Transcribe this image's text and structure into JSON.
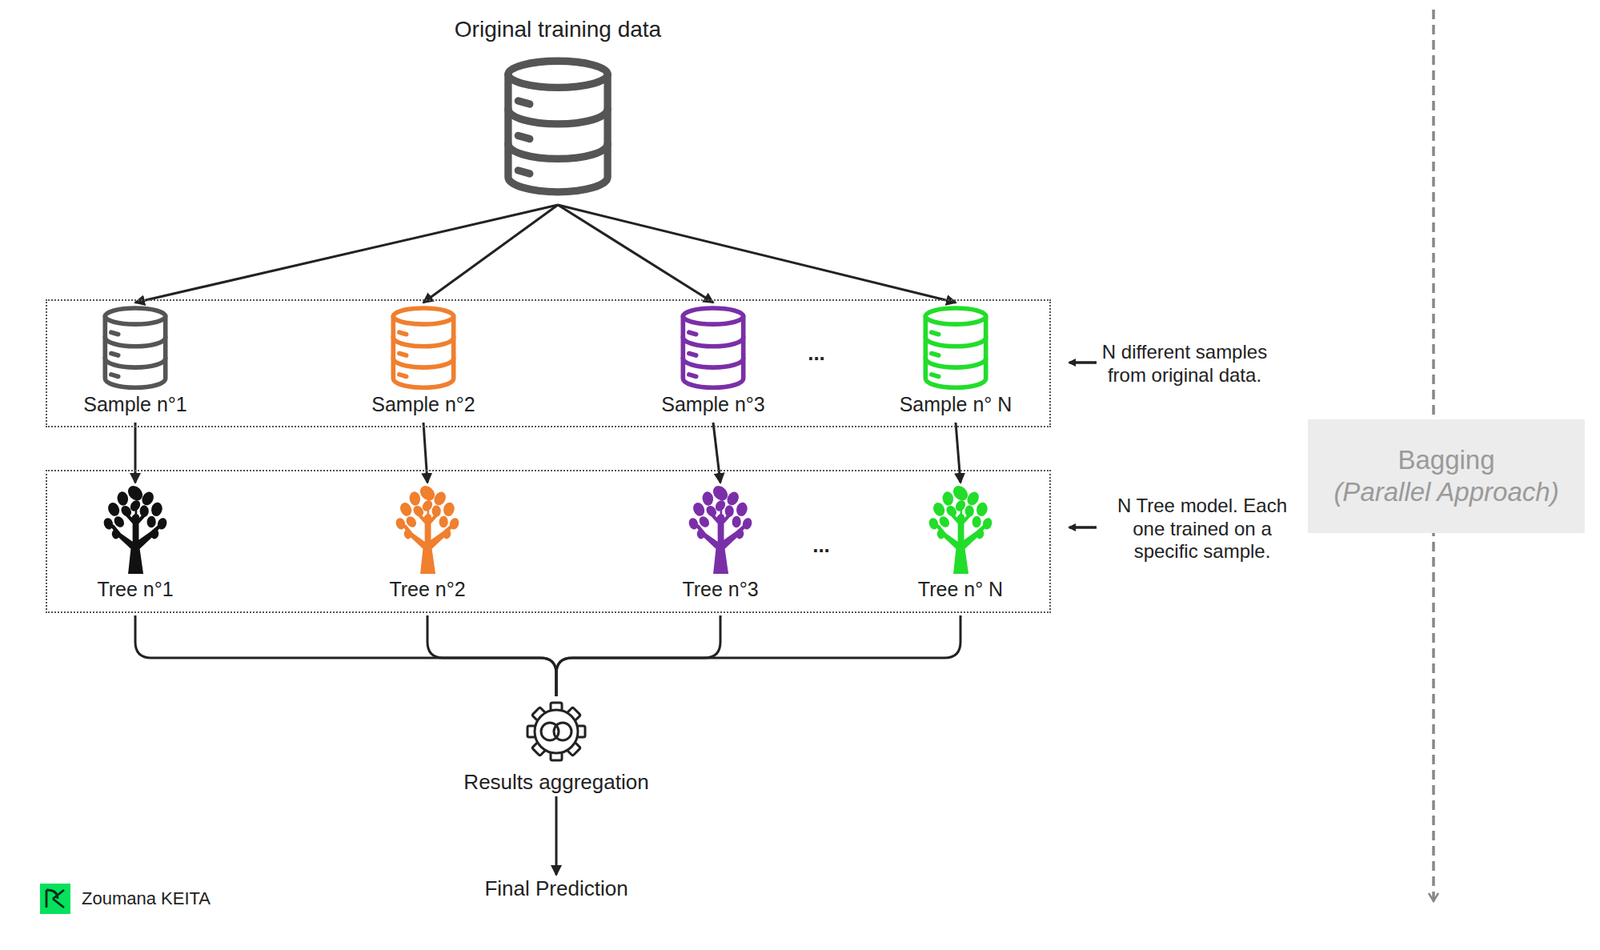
{
  "diagram": {
    "nodes": [
      {
        "text": [
          "Original training data"
        ]
      },
      {
        "text": [
          "N different samples from original data."
        ]
      },
      {
        "text": [
          "Sample n°1"
        ],
        "in": 1
      },
      {
        "text": [
          "Sample n°2"
        ],
        "in": 1
      },
      {
        "text": [
          "Sample n°3"
        ],
        "in": 1
      },
      {
        "text": [
          "Sample n° N"
        ],
        "in": 1
      },
      {
        "text": [
          "N Tree model. Each one trained on a specific sample."
        ]
      },
      {
        "text": [
          "Tree n°1"
        ],
        "in": 6
      },
      {
        "text": [
          "Tree n°2"
        ],
        "in": 6
      },
      {
        "text": [
          "Tree n°3"
        ],
        "in": 6
      },
      {
        "text": [
          "Tree n° N"
        ],
        "in": 6
      },
      {
        "text": [
          "Results aggregation"
        ]
      },
      {
        "text": [
          "Final Prediction"
        ]
      },
      {
        "text": [
          "Bagging",
          "(Parallel Approach)"
        ]
      }
    ],
    "edges": [
      {
        "from": 0,
        "to": 2,
        "arrow": "to"
      },
      {
        "from": 0,
        "to": 3,
        "arrow": "to"
      },
      {
        "from": 0,
        "to": 4,
        "arrow": "to"
      },
      {
        "from": 0,
        "to": 5,
        "arrow": "to"
      },
      {
        "from": 2,
        "to": 7,
        "arrow": "to"
      },
      {
        "from": 3,
        "to": 8,
        "arrow": "to"
      },
      {
        "from": 4,
        "to": 9,
        "arrow": "to"
      },
      {
        "from": 5,
        "to": 10,
        "arrow": "to"
      },
      {
        "from": 7,
        "to": 11,
        "arrow": "none"
      },
      {
        "from": 8,
        "to": 11,
        "arrow": "none"
      },
      {
        "from": 9,
        "to": 11,
        "arrow": "none"
      },
      {
        "from": 10,
        "to": 11,
        "arrow": "none"
      },
      {
        "from": 11,
        "to": 12,
        "arrow": "to"
      }
    ],
    "labels": [
      "...",
      "...",
      "Zoumana KEITA"
    ]
  }
}
